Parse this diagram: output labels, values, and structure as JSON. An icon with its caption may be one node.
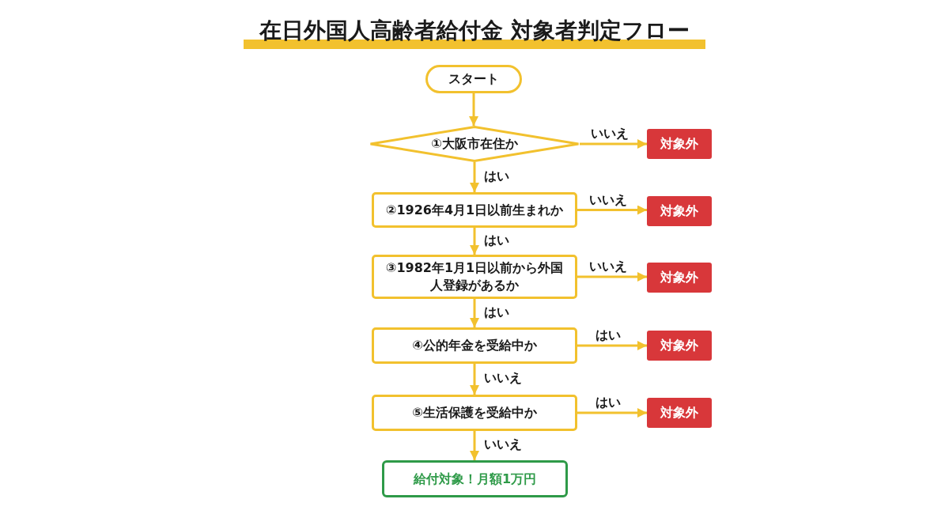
{
  "diagram": {
    "title": "在日外国人高齢者給付金 対象者判定フロー",
    "nodes": [
      {
        "text": [
          "スタート"
        ]
      },
      {
        "text": [
          "①大阪市在住か"
        ]
      },
      {
        "text": [
          "対象外"
        ]
      },
      {
        "text": [
          "②1926年4月1日以前生まれか"
        ]
      },
      {
        "text": [
          "対象外"
        ]
      },
      {
        "text": [
          "③1982年1月1日以前から外国人登録があるか"
        ]
      },
      {
        "text": [
          "対象外"
        ]
      },
      {
        "text": [
          "④公的年金を受給中か"
        ]
      },
      {
        "text": [
          "対象外"
        ]
      },
      {
        "text": [
          "⑤生活保護を受給中か"
        ]
      },
      {
        "text": [
          "対象外"
        ]
      },
      {
        "text": [
          "給付対象！月額1万円"
        ]
      }
    ],
    "edges": [
      {
        "from": 0,
        "to": 1,
        "arrow": "to"
      },
      {
        "from": 1,
        "to": 2,
        "arrow": "to",
        "label": "いいえ"
      },
      {
        "from": 1,
        "to": 3,
        "arrow": "to",
        "label": "はい"
      },
      {
        "from": 3,
        "to": 4,
        "arrow": "to",
        "label": "いいえ"
      },
      {
        "from": 3,
        "to": 5,
        "arrow": "to",
        "label": "はい"
      },
      {
        "from": 5,
        "to": 6,
        "arrow": "to",
        "label": "いいえ"
      },
      {
        "from": 5,
        "to": 7,
        "arrow": "to",
        "label": "はい"
      },
      {
        "from": 7,
        "to": 8,
        "arrow": "to",
        "label": "はい"
      },
      {
        "from": 7,
        "to": 9,
        "arrow": "to",
        "label": "いいえ"
      },
      {
        "from": 9,
        "to": 10,
        "arrow": "to",
        "label": "はい"
      },
      {
        "from": 9,
        "to": 11,
        "arrow": "to",
        "label": "いいえ"
      }
    ]
  }
}
